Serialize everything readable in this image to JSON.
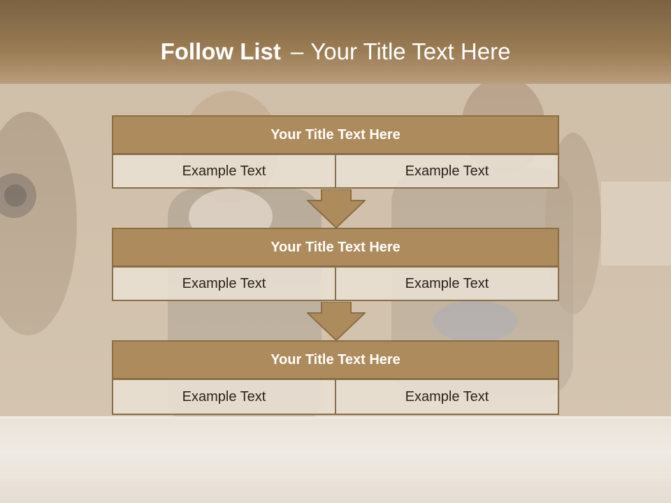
{
  "title": {
    "bold": "Follow List",
    "separator": "–",
    "rest": "Your Title Text Here"
  },
  "blocks": [
    {
      "heading": "Your Title Text Here",
      "left": "Example Text",
      "right": "Example Text"
    },
    {
      "heading": "Your Title Text Here",
      "left": "Example Text",
      "right": "Example Text"
    },
    {
      "heading": "Your Title Text Here",
      "left": "Example Text",
      "right": "Example Text"
    }
  ],
  "colors": {
    "header_bar": "#8a6c46",
    "block_header": "#ad8b5c",
    "block_border": "#8a6e47",
    "cell_fill": "#e8e0d4",
    "arrow_fill": "#ad8b5c"
  }
}
